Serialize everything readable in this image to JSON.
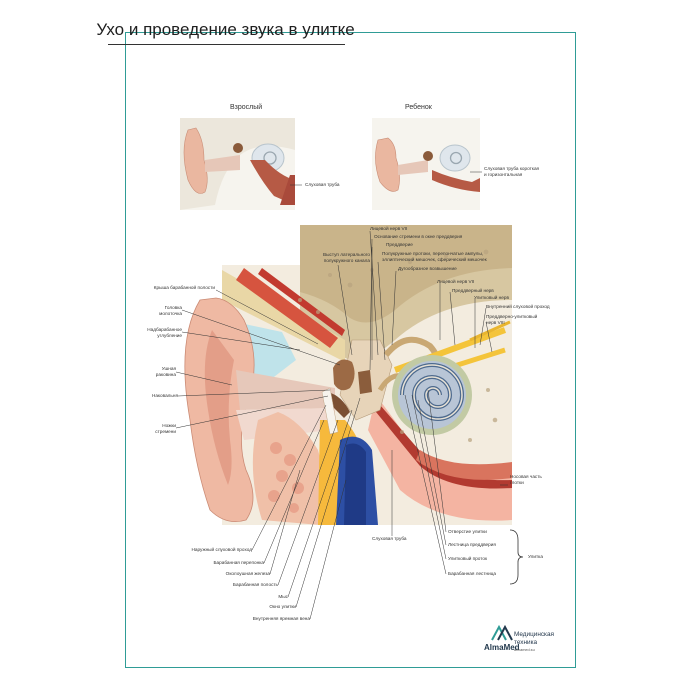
{
  "title": "Ухо и проведение звука в улитке",
  "subtitles": {
    "adult": "Взрослый",
    "child": "Ребенок"
  },
  "small_labels": {
    "adult_tube": "Слуховая труба",
    "child_tube": "Слуховая труба короткая\nи горизонтальная"
  },
  "labels_top": [
    "Лицевой нерв VII",
    "Основание стремени в окне преддверия",
    "Преддверие",
    "Полукружные протоки, перепончатые ампулы,\nэллиптический мешочек, сферический мешочек",
    "Дугообразное возвышение",
    "Лицевой нерв VII",
    "Преддверный нерв",
    "Улитковый нерв",
    "Внутренний слуховой проход",
    "Преддверно-улитковый\nнерв VIII",
    "Выступ латерального\nполукружного канала"
  ],
  "labels_left": [
    "Крыша барабанной полости",
    "Головка\nмолоточка",
    "Надбарабанное\nуглубление",
    "Ушная\nраковина",
    "Наковальня",
    "Ножки\nстремени"
  ],
  "labels_bottom": [
    "Наружный слуховой проход",
    "Барабанная перепонка",
    "Околоушная железа",
    "Барабанная полость",
    "Мыс",
    "Окно улитки",
    "Внутренняя яремная вена",
    "Слуховая труба"
  ],
  "labels_right": [
    "Носовая часть\nглотки",
    "Отверстие улитки",
    "Лестница преддверия",
    "Улитковый проток",
    "Барабанная лестница",
    "Улитка"
  ],
  "brand": {
    "name": "AlmaMed",
    "line1": "Медицинская",
    "line2": "техника",
    "site": "almamed.su"
  }
}
